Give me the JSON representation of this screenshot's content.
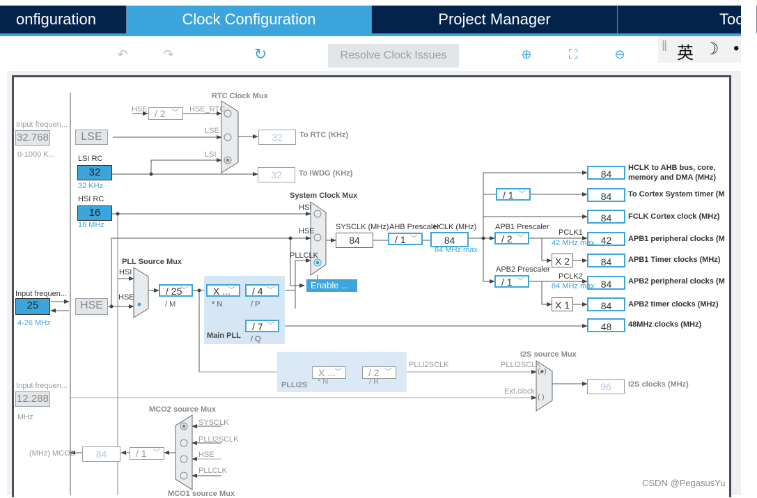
{
  "tabs": [
    {
      "label": "onfiguration",
      "active": false
    },
    {
      "label": "Clock Configuration",
      "active": true
    },
    {
      "label": "Project Manager",
      "active": false
    },
    {
      "label": "Too",
      "active": false
    }
  ],
  "toolbar": {
    "undo_icon": "↶",
    "redo_icon": "↷",
    "refresh_icon": "↻",
    "resolve_label": "Resolve Clock Issues",
    "zoom_in_icon": "⊕",
    "fit_icon": "⛶",
    "zoom_out_icon": "⊖"
  },
  "ime": {
    "bar": "‖",
    "lang": "英",
    "moon": "☽",
    "dot": "•"
  },
  "diagram": {
    "lse": {
      "input_label": "Input frequen...",
      "value": "32.768",
      "range": "0-1000 K...",
      "block": "LSE"
    },
    "lsi": {
      "title": "LSI RC",
      "value": "32",
      "unit": "32 KHz"
    },
    "hsi": {
      "title": "HSI RC",
      "value": "16",
      "unit": "16 MHz"
    },
    "hse": {
      "input_label": "Input frequen...",
      "value": "25",
      "range": "4-26 MHz",
      "block": "HSE"
    },
    "ext": {
      "input_label": "Input frequen...",
      "value": "12.288",
      "unit": "MHz"
    },
    "rtc_mux": {
      "title": "RTC Clock Mux",
      "hse_in": "HSE",
      "hse_div": "/ 2",
      "hse_rtc": "HSE_RTC",
      "lse": "LSE",
      "lsi": "LSI",
      "rtc_value": "32",
      "rtc_label": "To RTC (KHz)",
      "iwdg_value": "32",
      "iwdg_label": "To IWDG (KHz)"
    },
    "sys_mux": {
      "title": "System Clock Mux",
      "hsi": "HSI",
      "hse": "HSE",
      "pllclk": "PLLCLK",
      "enable": "Enable ..."
    },
    "sysclk": {
      "label": "SYSCLK (MHz)",
      "value": "84"
    },
    "ahb": {
      "label": "AHB Prescaler",
      "value": "/ 1"
    },
    "hclk": {
      "label": "HCLK (MHz)",
      "value": "84",
      "max": "84 MHz max"
    },
    "pll_src": {
      "title": "PLL Source Mux",
      "hsi": "HSI",
      "hse": "HSE"
    },
    "main_pll": {
      "title": "Main PLL",
      "m_value": "/ 25",
      "m_label": "/ M",
      "n_value": "X ...",
      "n_label": "* N",
      "p_value": "/ 4",
      "p_label": "/ P",
      "q_value": "/ 7",
      "q_label": "/ Q"
    },
    "outputs": [
      {
        "value": "84",
        "label": "HCLK to AHB bus, core, memory and DMA (MHz)"
      },
      {
        "value": "84",
        "label": "To Cortex System timer (M",
        "div": "/ 1"
      },
      {
        "value": "84",
        "label": "FCLK Cortex clock (MHz)"
      },
      {
        "value": "42",
        "label": "APB1 peripheral clocks (M"
      },
      {
        "value": "84",
        "label": "APB1 Timer clocks (MHz)"
      },
      {
        "value": "84",
        "label": "APB2 peripheral clocks (M"
      },
      {
        "value": "84",
        "label": "APB2 timer clocks (MHz)"
      },
      {
        "value": "48",
        "label": "48MHz clocks (MHz)"
      }
    ],
    "apb1": {
      "label": "APB1 Prescaler",
      "value": "/ 2",
      "pclk": "PCLK1",
      "max": "42 MHz max",
      "mult": "X 2"
    },
    "apb2": {
      "label": "APB2 Prescaler",
      "value": "/ 1",
      "pclk": "PCLK2",
      "max": "84 MHz max",
      "mult": "X 1"
    },
    "plli2s": {
      "title": "PLLI2S",
      "n_value": "X ...",
      "n_label": "* N",
      "r_value": "/ 2",
      "r_label": "/ R",
      "out": "PLLI2SCLK"
    },
    "i2s_mux": {
      "title": "I2S source Mux",
      "in1": "PLLI2SCLK",
      "in2": "Ext.clock",
      "value": "96",
      "label": "I2S clocks (MHz)"
    },
    "mco2": {
      "title": "MCO2 source Mux",
      "in": [
        "SYSCLK",
        "PLLI2SCLK",
        "HSE",
        "PLLCLK"
      ],
      "div": "/ 1",
      "value": "84",
      "out_label": "(MHz) MCO2"
    },
    "mco1": {
      "title": "MCO1 source Mux"
    }
  },
  "watermark": "CSDN @PegasusYu",
  "colors": {
    "accent": "#3ca5dc",
    "nav": "#03234b"
  }
}
